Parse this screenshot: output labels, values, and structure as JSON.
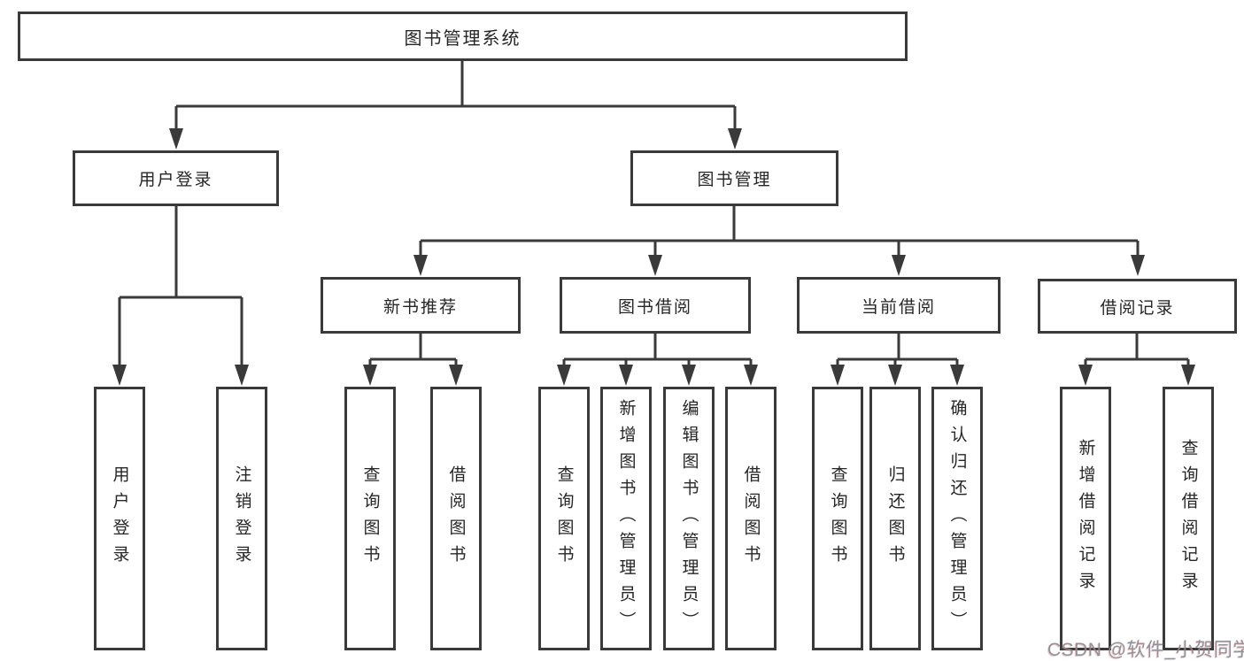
{
  "colors": {
    "line": "#3a3a3a",
    "box_border": "#3a3a3a",
    "box_fill": "#ffffff",
    "text": "#262626",
    "watermark": "#8a8a94"
  },
  "watermark": {
    "text": "CSDN @软件_小贺同学"
  },
  "tree": {
    "root": {
      "label": "图书管理系统",
      "children": [
        {
          "label": "用户登录",
          "children": [
            {
              "label": "用户登录"
            },
            {
              "label": "注销登录"
            }
          ]
        },
        {
          "label": "图书管理",
          "children": [
            {
              "label": "新书推荐",
              "children": [
                {
                  "label": "查询图书"
                },
                {
                  "label": "借阅图书"
                }
              ]
            },
            {
              "label": "图书借阅",
              "children": [
                {
                  "label": "查询图书"
                },
                {
                  "label": "新增图书（管理员）"
                },
                {
                  "label": "编辑图书（管理员）"
                },
                {
                  "label": "借阅图书"
                }
              ]
            },
            {
              "label": "当前借阅",
              "children": [
                {
                  "label": "查询图书"
                },
                {
                  "label": "归还图书"
                },
                {
                  "label": "确认归还（管理员）"
                }
              ]
            },
            {
              "label": "借阅记录",
              "children": [
                {
                  "label": "新增借阅记录"
                },
                {
                  "label": "查询借阅记录"
                }
              ]
            }
          ]
        }
      ]
    }
  }
}
